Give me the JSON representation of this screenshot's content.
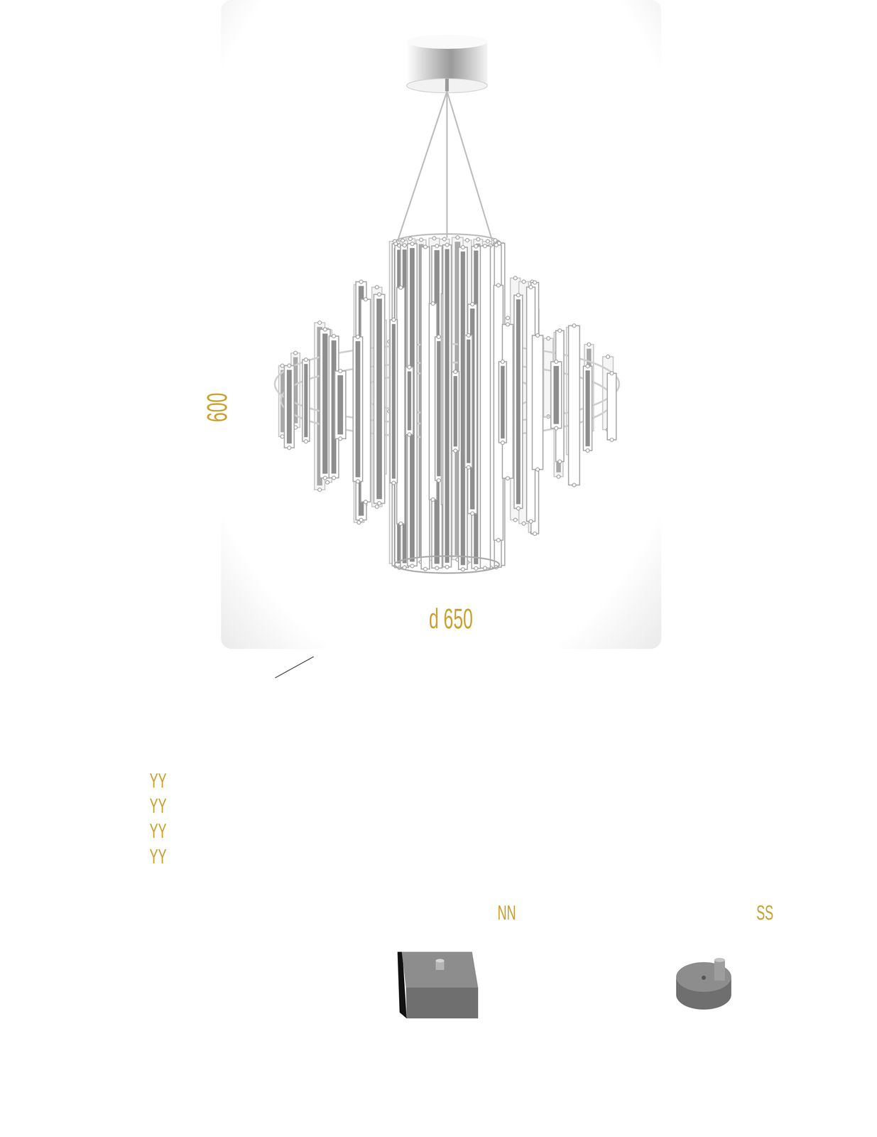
{
  "diagram": {
    "labels": [
      "600",
      "d 650",
      "YY",
      "YY",
      "YY",
      "YY",
      "NN",
      "SS"
    ]
  }
}
